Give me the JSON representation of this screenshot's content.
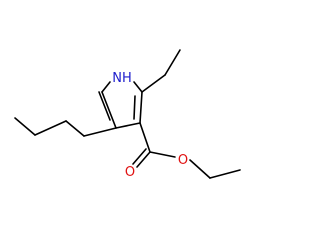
{
  "molecule": {
    "atoms": {
      "nh": {
        "text": "NH",
        "color": "#1e1ecc"
      },
      "o_carbonyl": {
        "text": "O",
        "color": "#e01010"
      },
      "o_ester": {
        "text": "O",
        "color": "#e01010"
      }
    },
    "bond_color": "#000000"
  }
}
